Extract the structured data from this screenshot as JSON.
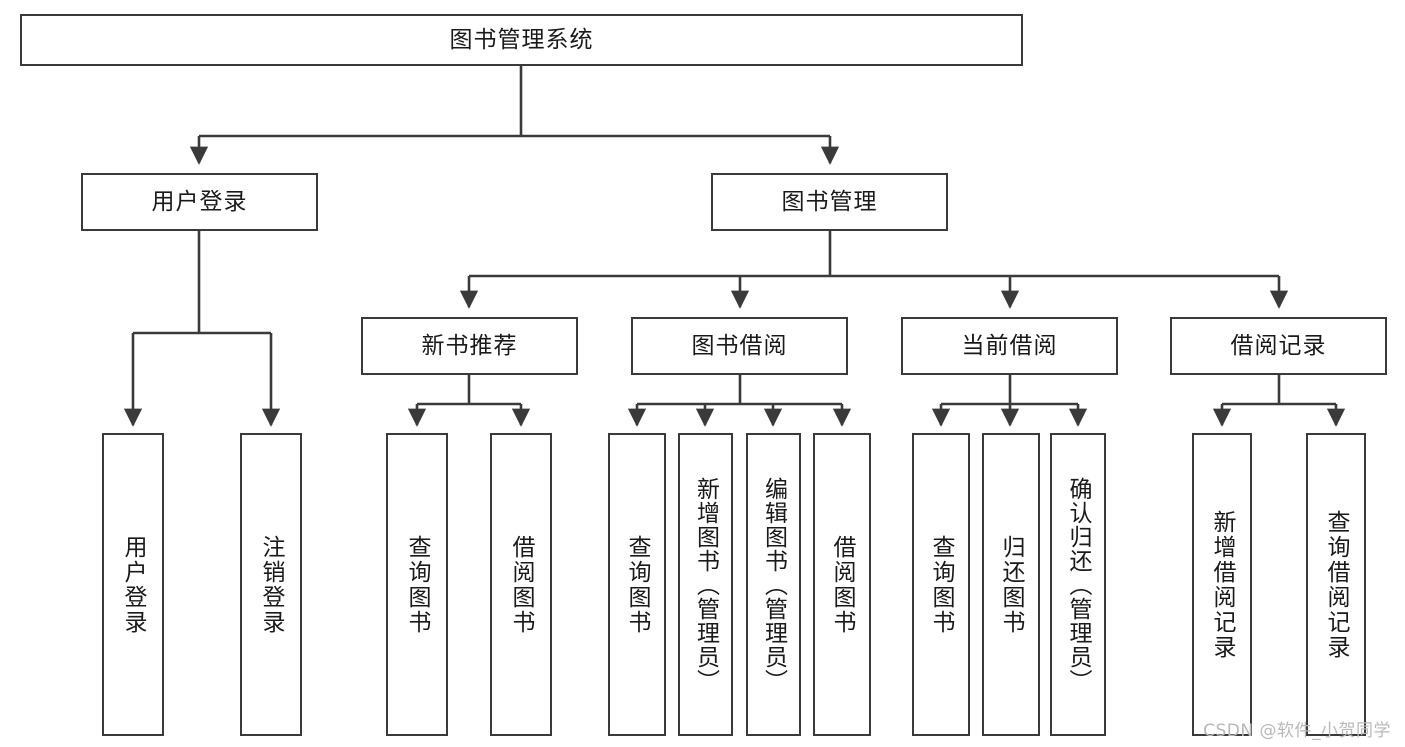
{
  "diagram": {
    "type": "tree-hierarchy",
    "title": "图书管理系统",
    "root": {
      "label": "图书管理系统"
    },
    "level2": [
      {
        "label": "用户登录"
      },
      {
        "label": "图书管理"
      }
    ],
    "level3": [
      {
        "label": "新书推荐"
      },
      {
        "label": "图书借阅"
      },
      {
        "label": "当前借阅"
      },
      {
        "label": "借阅记录"
      }
    ],
    "leaves": {
      "user_login": [
        {
          "label": "用户登录"
        },
        {
          "label": "注销登录"
        }
      ],
      "new_book_recommend": [
        {
          "label": "查询图书"
        },
        {
          "label": "借阅图书"
        }
      ],
      "book_borrow": [
        {
          "label": "查询图书"
        },
        {
          "label": "新增图书（管理员）"
        },
        {
          "label": "编辑图书（管理员）"
        },
        {
          "label": "借阅图书"
        }
      ],
      "current_borrow": [
        {
          "label": "查询图书"
        },
        {
          "label": "归还图书"
        },
        {
          "label": "确认归还（管理员）"
        }
      ],
      "borrow_record": [
        {
          "label": "新增借阅记录"
        },
        {
          "label": "查询借阅记录"
        }
      ]
    }
  },
  "watermark": {
    "text": "CSDN @软件_小贺同学"
  },
  "colors": {
    "border": "#3a3a3a",
    "background": "#ffffff",
    "text": "#1a1a1a",
    "watermark": "#b9b9b9"
  }
}
